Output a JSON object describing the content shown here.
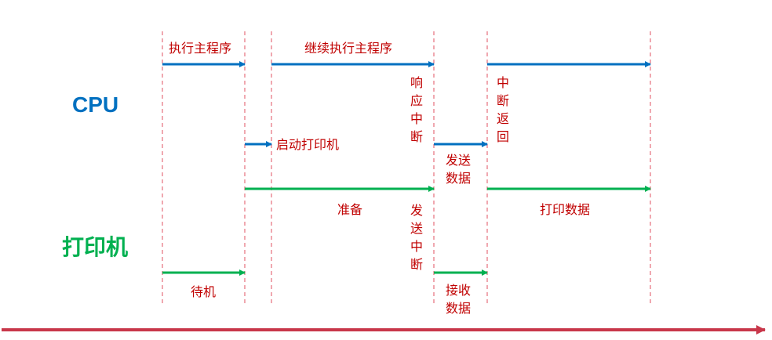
{
  "colors": {
    "cpu": "#0070c0",
    "printer": "#00b050",
    "label": "#c00000",
    "timeline": "#c8374a",
    "divider": "#e05060"
  },
  "rows": {
    "cpu": "CPU",
    "printer": "打印机"
  },
  "labels": {
    "exec_main": "执行主程序",
    "continue_main": "继续执行主程序",
    "respond_interrupt": "响应中断",
    "interrupt_return": "中断返回",
    "start_printer": "启动打印机",
    "send_data": "发送数据",
    "prepare": "准备",
    "send_interrupt": "发送中断",
    "print_data": "打印数据",
    "standby": "待机",
    "receive_data": "接收数据"
  }
}
